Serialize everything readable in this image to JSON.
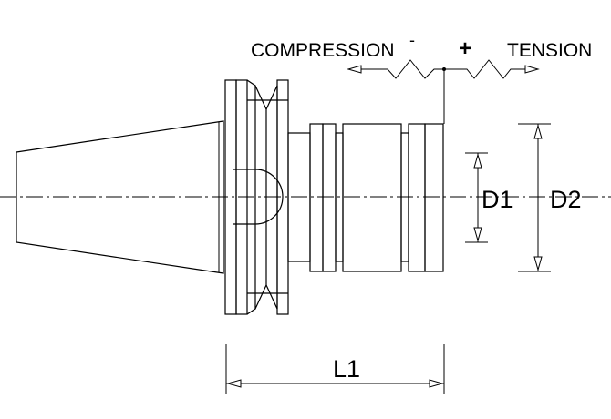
{
  "labels": {
    "compression": "COMPRESSION",
    "tension": "TENSION",
    "compression_sign": "-",
    "tension_sign": "+",
    "d1": "D1",
    "d2": "D2",
    "l1": "L1"
  },
  "colors": {
    "line": "#000000",
    "background": "#ffffff"
  }
}
